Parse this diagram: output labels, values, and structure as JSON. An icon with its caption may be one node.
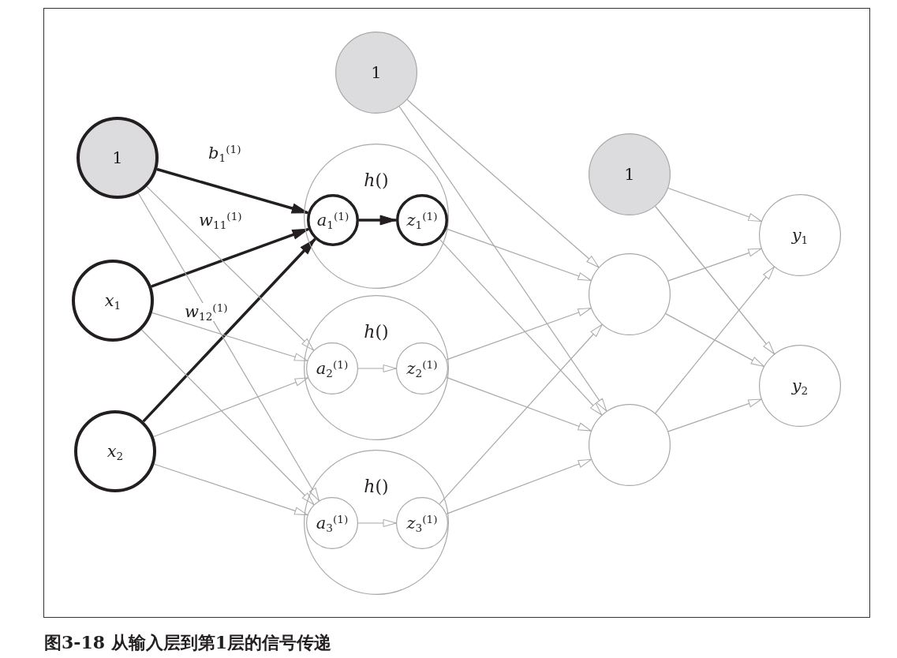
{
  "diagram": {
    "caption": "图3-18 从输入层到第1层的信号传递",
    "nodes": [
      {
        "text": [
          "1"
        ]
      },
      {
        "text": [
          "*x*$_{1}$"
        ]
      },
      {
        "text": [
          "*x*$_{2}$"
        ]
      },
      {
        "text": [
          "1"
        ]
      },
      {
        "text": [
          "*h*()"
        ]
      },
      {
        "text": [
          "*a*$_{1}$$^{(1)}$"
        ],
        "in": 4
      },
      {
        "text": [
          "*z*$_{1}$$^{(1)}$"
        ],
        "in": 4
      },
      {
        "text": [
          "*h*()"
        ]
      },
      {
        "text": [
          "*a*$_{2}$$^{(1)}$"
        ],
        "in": 7
      },
      {
        "text": [
          "*z*$_{2}$$^{(1)}$"
        ],
        "in": 7
      },
      {
        "text": [
          "*h*()"
        ]
      },
      {
        "text": [
          "*a*$_{3}$$^{(1)}$"
        ],
        "in": 10
      },
      {
        "text": [
          "*z*$_{3}$$^{(1)}$"
        ],
        "in": 10
      },
      {
        "text": [
          "1"
        ]
      },
      {
        "text": [],
        "shape": "circle"
      },
      {
        "text": [],
        "shape": "circle"
      },
      {
        "text": [
          "*y*$_{1}$"
        ]
      },
      {
        "text": [
          "*y*$_{2}$"
        ]
      }
    ],
    "edges": [
      {
        "from": 0,
        "to": 5,
        "arrow": "to",
        "label": "*b*$_{1}$$^{(1)}$",
        "style": "thick",
        "color": "#231f20"
      },
      {
        "from": 1,
        "to": 5,
        "arrow": "to",
        "label": "*w*$_{11}$$^{(1)}$",
        "style": "thick",
        "color": "#231f20"
      },
      {
        "from": 2,
        "to": 5,
        "arrow": "to",
        "label": "*w*$_{12}$$^{(1)}$",
        "style": "thick",
        "color": "#231f20"
      },
      {
        "from": 5,
        "to": 6,
        "arrow": "to",
        "style": "thick",
        "color": "#231f20"
      },
      {
        "from": 0,
        "to": 8,
        "arrow": "to"
      },
      {
        "from": 0,
        "to": 11,
        "arrow": "to"
      },
      {
        "from": 1,
        "to": 8,
        "arrow": "to"
      },
      {
        "from": 1,
        "to": 11,
        "arrow": "to"
      },
      {
        "from": 2,
        "to": 8,
        "arrow": "to"
      },
      {
        "from": 2,
        "to": 11,
        "arrow": "to"
      },
      {
        "from": 8,
        "to": 9,
        "arrow": "to"
      },
      {
        "from": 11,
        "to": 12,
        "arrow": "to"
      },
      {
        "from": 3,
        "to": 14,
        "arrow": "to"
      },
      {
        "from": 3,
        "to": 15,
        "arrow": "to"
      },
      {
        "from": 6,
        "to": 14,
        "arrow": "to"
      },
      {
        "from": 6,
        "to": 15,
        "arrow": "to"
      },
      {
        "from": 9,
        "to": 14,
        "arrow": "to"
      },
      {
        "from": 9,
        "to": 15,
        "arrow": "to"
      },
      {
        "from": 12,
        "to": 14,
        "arrow": "to"
      },
      {
        "from": 12,
        "to": 15,
        "arrow": "to"
      },
      {
        "from": 13,
        "to": 16,
        "arrow": "to"
      },
      {
        "from": 13,
        "to": 17,
        "arrow": "to"
      },
      {
        "from": 14,
        "to": 16,
        "arrow": "to"
      },
      {
        "from": 14,
        "to": 17,
        "arrow": "to"
      },
      {
        "from": 15,
        "to": 16,
        "arrow": "to"
      },
      {
        "from": 15,
        "to": 17,
        "arrow": "to"
      }
    ]
  }
}
